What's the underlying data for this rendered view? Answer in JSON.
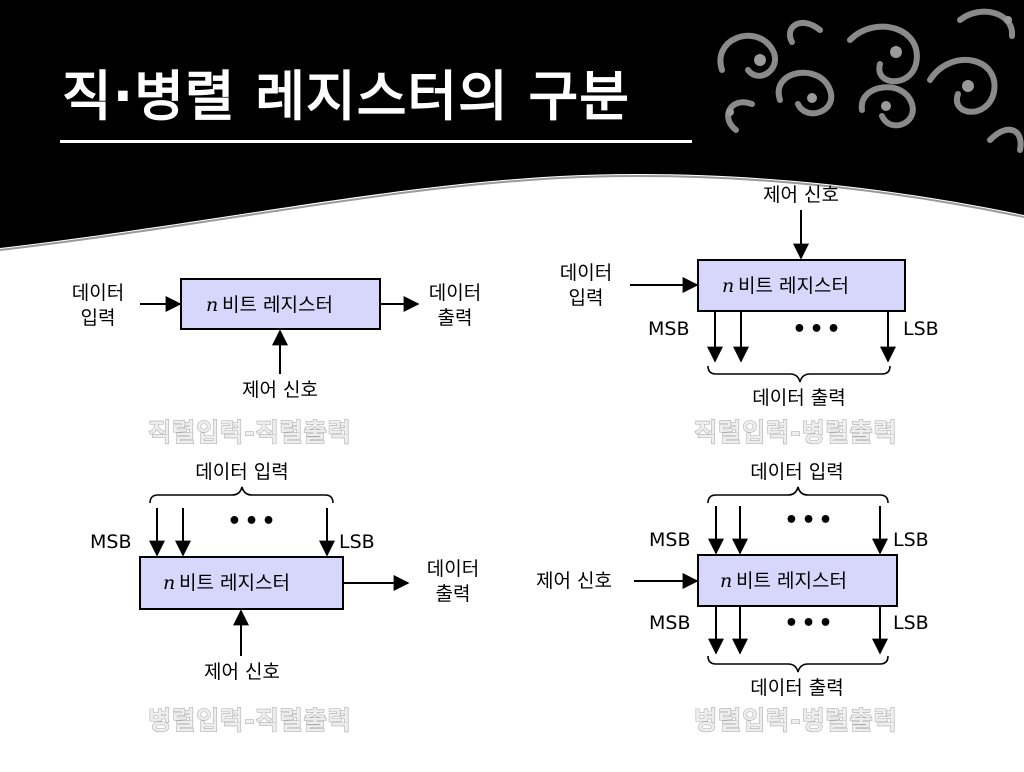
{
  "slide": {
    "title": "직·병렬 레지스터의 구분"
  },
  "register_label": "비트 레지스터",
  "register_var": "n",
  "msb": "MSB",
  "lsb": "LSB",
  "dots": "•••",
  "siso": {
    "input_line1": "데이터",
    "input_line2": "입력",
    "output_line1": "데이터",
    "output_line2": "출력",
    "control": "제어 신호",
    "caption": "직렬입력-직렬출력"
  },
  "sipo": {
    "control": "제어 신호",
    "input_line1": "데이터",
    "input_line2": "입력",
    "output_group": "데이터 출력",
    "caption": "직렬입력-병렬출력"
  },
  "piso": {
    "input_group": "데이터 입력",
    "output_line1": "데이터",
    "output_line2": "출력",
    "control": "제어 신호",
    "caption": "병렬입력-직렬출력"
  },
  "pipo": {
    "input_group": "데이터 입력",
    "control": "제어 신호",
    "output_group": "데이터 출력",
    "caption": "병렬입력-병렬출력"
  },
  "colors": {
    "header_bg": "#000000",
    "register_fill": "#d6d7fb",
    "caption_fill": "#eeeeee",
    "caption_outline": "#a9a9a9"
  }
}
